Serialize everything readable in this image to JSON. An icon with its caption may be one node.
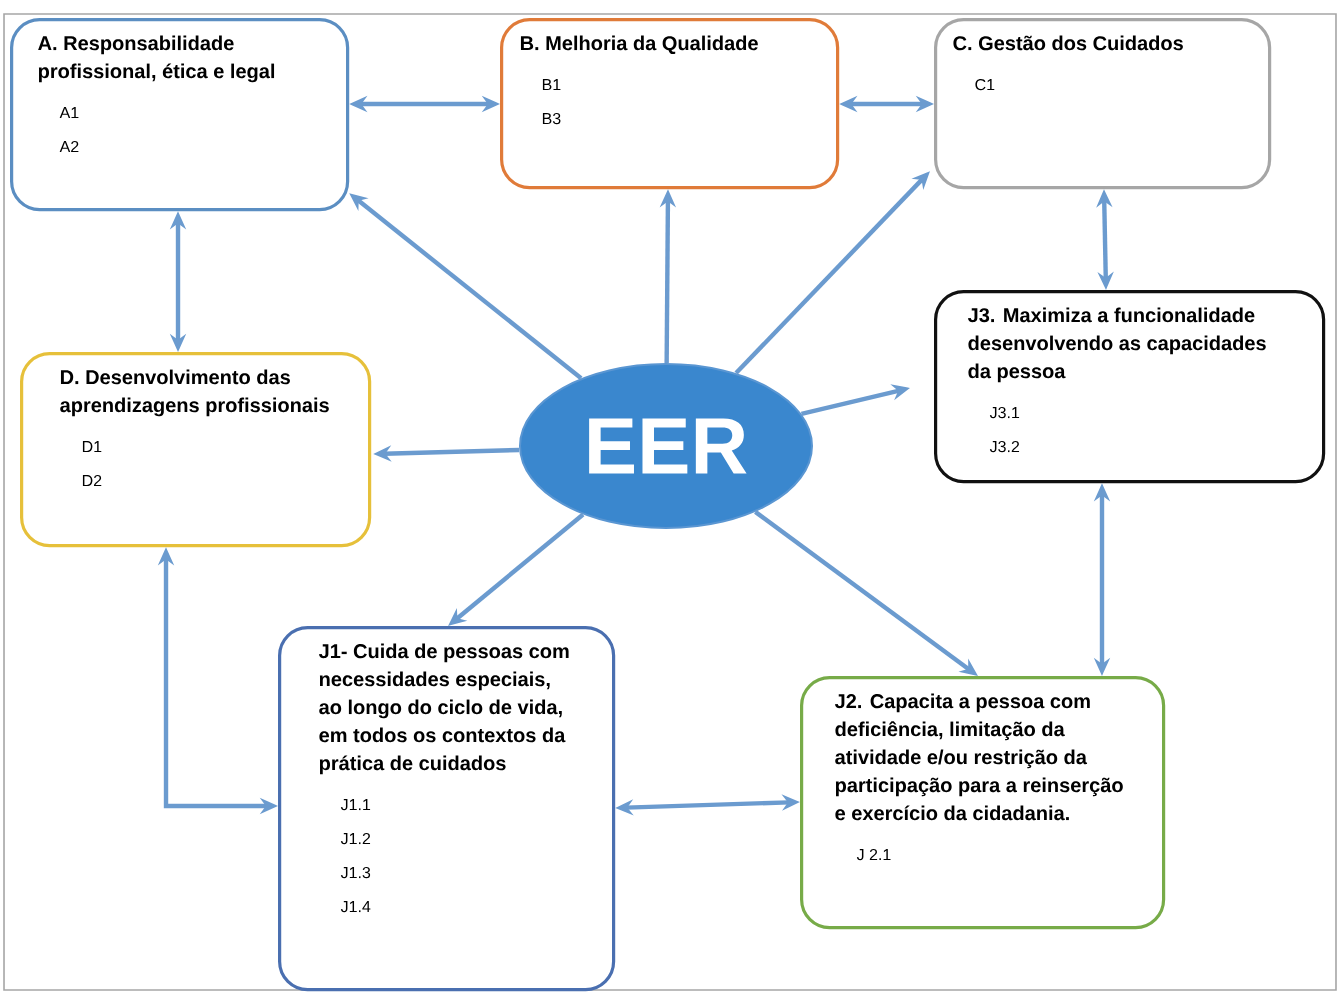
{
  "diagram": {
    "nodes": [
      {
        "text": [
          "A. Responsabilidade profissional, ética e legal",
          "A1",
          "A2"
        ]
      },
      {
        "text": [
          "B. Melhoria da Qualidade",
          "B1",
          "B3"
        ]
      },
      {
        "text": [
          "C. Gestão dos Cuidados",
          "C1"
        ]
      },
      {
        "text": [
          "D. Desenvolvimento das aprendizagens profissionais",
          "D1",
          "D2"
        ]
      },
      {
        "text": [
          "EER"
        ]
      },
      {
        "text": [
          "J3. Maximiza a funcionalidade desenvolvendo as capacidades da pessoa",
          "J3.1",
          "J3.2"
        ]
      },
      {
        "text": [
          "J1- Cuida de pessoas com necessidades especiais, ao longo do ciclo de vida, em todos os contextos da prática de cuidados",
          "J1.1",
          "J1.2",
          "J1.3",
          "J1.4"
        ]
      },
      {
        "text": [
          "J2. Capacita a pessoa com deficiência, limitação da atividade e/ou restrição da participação para a reinserção e exercício da cidadania.",
          "J 2.1"
        ]
      }
    ],
    "edges": [
      {
        "from": 0,
        "to": 1,
        "arrow": "both"
      },
      {
        "from": 1,
        "to": 2,
        "arrow": "both"
      },
      {
        "from": 0,
        "to": 3,
        "arrow": "both"
      },
      {
        "from": 2,
        "to": 5,
        "arrow": "both"
      },
      {
        "from": 4,
        "to": 0,
        "arrow": "to"
      },
      {
        "from": 4,
        "to": 1,
        "arrow": "to"
      },
      {
        "from": 4,
        "to": 2,
        "arrow": "to"
      },
      {
        "from": 4,
        "to": 3,
        "arrow": "to"
      },
      {
        "from": 4,
        "to": 5,
        "arrow": "to"
      },
      {
        "from": 4,
        "to": 6,
        "arrow": "to"
      },
      {
        "from": 4,
        "to": 7,
        "arrow": "to"
      },
      {
        "from": 3,
        "to": 6,
        "arrow": "both"
      },
      {
        "from": 6,
        "to": 7,
        "arrow": "both"
      },
      {
        "from": 5,
        "to": 7,
        "arrow": "both"
      }
    ]
  }
}
